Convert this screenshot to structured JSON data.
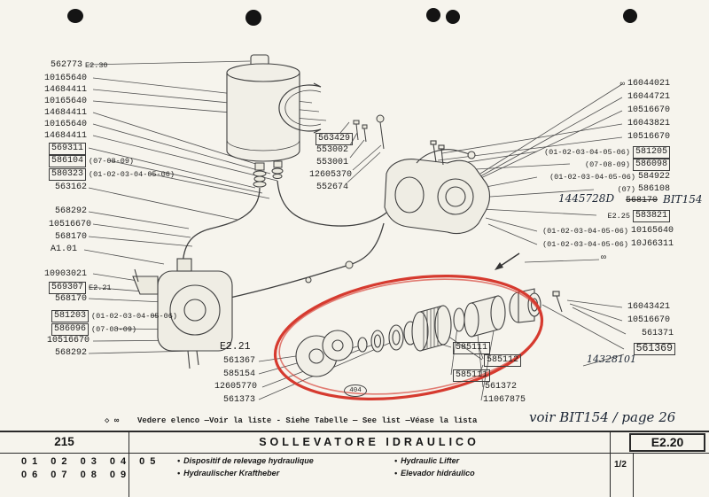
{
  "left_parts": [
    {
      "number": "562773",
      "note": "E2.30"
    },
    {
      "number": "10165640"
    },
    {
      "number": "14684411"
    },
    {
      "number": "10165640"
    },
    {
      "number": "14684411"
    },
    {
      "number": "10165640"
    },
    {
      "number": "14684411"
    },
    {
      "number": "569311"
    },
    {
      "number": "586104",
      "note": "(07-08-09)"
    },
    {
      "number": "580323",
      "note": "(01-02-03-04-05-06)"
    },
    {
      "number": "563162"
    },
    {
      "number": "568292"
    },
    {
      "number": "10516670"
    },
    {
      "number": "568170"
    },
    {
      "number": "A1.01"
    },
    {
      "number": "10903021"
    },
    {
      "number": "569307",
      "note": "E2.21"
    },
    {
      "number": "568170"
    },
    {
      "number": "581203",
      "note": "(01-02-03-04-05-06)"
    },
    {
      "number": "586096",
      "note": "(07-08-09)"
    },
    {
      "number": "10516670"
    },
    {
      "number": "568292"
    }
  ],
  "mid_parts": [
    {
      "number": "563429"
    },
    {
      "number": "553002"
    },
    {
      "number": "553001"
    },
    {
      "number": "12605370"
    },
    {
      "number": "552674"
    }
  ],
  "center_parts": {
    "section_ref": "E2.21",
    "items": [
      {
        "number": "561367"
      },
      {
        "number": "585154"
      },
      {
        "number": "12605770"
      },
      {
        "number": "561373"
      }
    ],
    "boxed_group": [
      {
        "number": "585111"
      },
      {
        "number": "585112"
      },
      {
        "number": "585111"
      }
    ],
    "tail": [
      {
        "number": "561372"
      },
      {
        "number": "11067875"
      }
    ],
    "sheet_tag": "404"
  },
  "right_parts": {
    "upper": [
      {
        "prefix": "∞",
        "number": "16044021"
      },
      {
        "number": "16044721"
      },
      {
        "number": "10516670"
      },
      {
        "number": "16043821"
      },
      {
        "number": "10516670"
      },
      {
        "note": "(01-02-03-04-05-06)",
        "number": "581205"
      },
      {
        "note": "(07-08-09)",
        "number": "586098"
      },
      {
        "note": "(01-02-03-04-05-06)",
        "number": "584922"
      },
      {
        "note": "(07)",
        "number": "586108"
      }
    ],
    "handwritten_ref": "1445728D",
    "superseded_number": "568170",
    "superseded_by": "BIT154",
    "mid": [
      {
        "note": "E2.25",
        "number": "583821"
      },
      {
        "note": "(01-02-03-04-05-06)",
        "number": "10165640"
      },
      {
        "note": "(01-02-03-04-05-06)",
        "number": "10J66311"
      }
    ],
    "infinity_symbol": "∞",
    "lower": [
      {
        "number": "16043421"
      },
      {
        "number": "10516670"
      },
      {
        "number": "561371"
      },
      {
        "number": "561369"
      }
    ],
    "handwritten_number": "14328101"
  },
  "legend": {
    "symbols": "◇ ∞",
    "text": "Vedere elenco —Voir la liste - Siehe Tabelle — See list —Véase la lista",
    "handwritten_note": "voir BIT154 / page 26"
  },
  "footer": {
    "sheet_number": "215",
    "codes_row1": "01 02 03 04 05",
    "codes_row2": "06 07 08 09",
    "title": "SOLLEVATORE IDRAULICO",
    "subtitles": [
      "Dispositif de relevage hydraulique",
      "Hydraulischer Kraftheber",
      "Hydraulic Lifter",
      "Elevador hidráulico"
    ],
    "page_fraction": "1/2",
    "section_code": "E2.20"
  },
  "icons": {
    "bullet": "•",
    "infinity": "∞",
    "diamond": "◇"
  }
}
